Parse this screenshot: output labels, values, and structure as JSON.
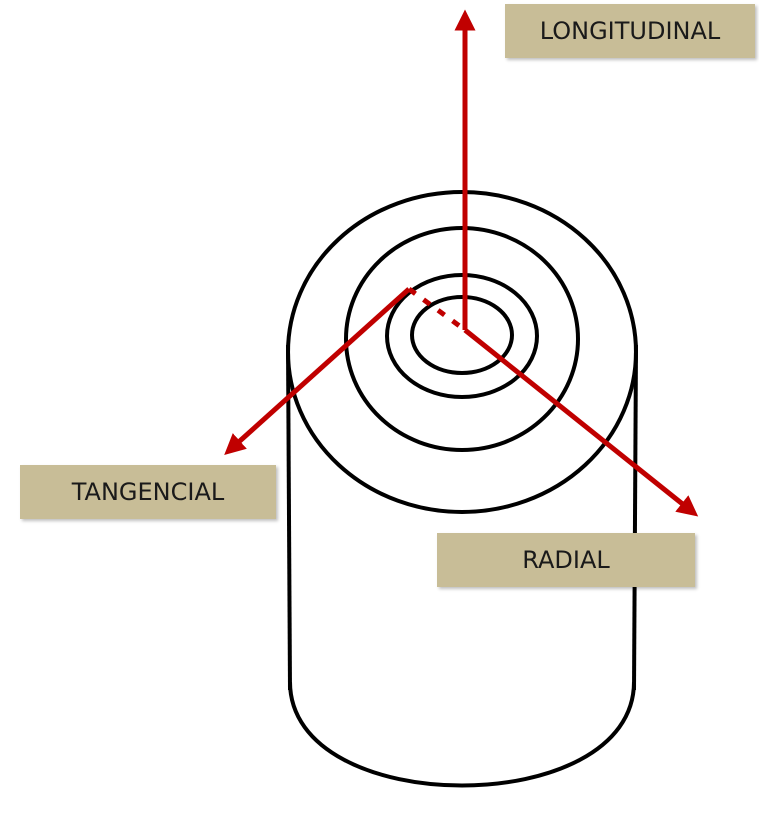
{
  "diagram": {
    "labels": {
      "longitudinal": "LONGITUDINAL",
      "tangencial": "TANGENCIAL",
      "radial": "RADIAL"
    },
    "colors": {
      "arrow": "#c00000",
      "outline": "#000000",
      "label_background": "#c8bd97"
    },
    "shapes": {
      "body": "cylinder",
      "growth_rings": 4
    }
  }
}
